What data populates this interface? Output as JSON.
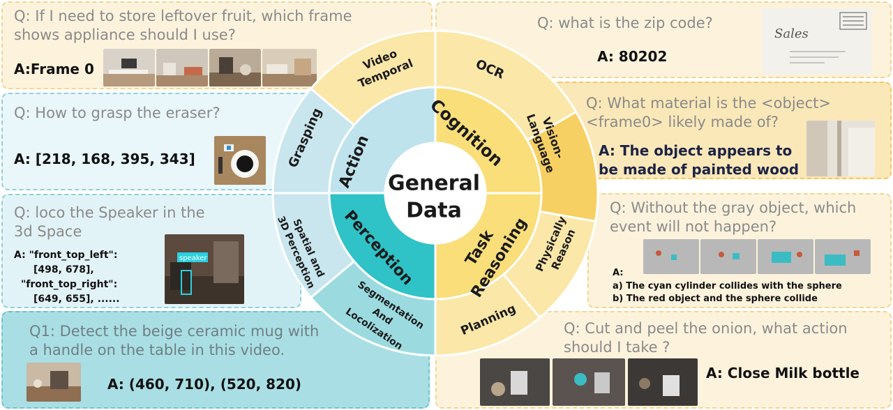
{
  "center": {
    "line1": "General",
    "line2": "Data"
  },
  "inner_ring": {
    "cognition": "Cognition",
    "action": "Action",
    "perception": "Perception",
    "task_reasoning_1": "Task",
    "task_reasoning_2": "Reasoning"
  },
  "outer_ring": {
    "video_temporal_1": "Video",
    "video_temporal_2": "Temporal",
    "ocr": "OCR",
    "vision_language_1": "Vision-",
    "vision_language_2": "Language",
    "physically_reason_1": "Physically",
    "physically_reason_2": "Reason",
    "planning": "Planning",
    "segmentation_1": "Segmentation",
    "segmentation_2": "And",
    "segmentation_3": "Locolization",
    "spatial_1": "Spatial and",
    "spatial_2": "3D Perception",
    "grasping": "Grasping"
  },
  "cards": {
    "fruit": {
      "q1": "Q: If I need to store leftover fruit, which frame",
      "q2": "shows appliance should I use?",
      "a": "A:Frame 0"
    },
    "eraser": {
      "q": "Q: How to grasp the eraser?",
      "a": "A: [218, 168, 395, 343]"
    },
    "speaker": {
      "q1": "Q: loco the Speaker in the",
      "q2": "3d Space",
      "a1": "A: \"front_top_left\":",
      "a2": "[498, 678],",
      "a3": "\"front_top_right\":",
      "a4": "[649, 655], ......",
      "img_label": "speaker"
    },
    "mug": {
      "q1": "Q1: Detect the beige ceramic mug with",
      "q2": "a handle on the table in this video.",
      "a": "A:  (460, 710), (520, 820)"
    },
    "zip": {
      "q": "Q: what is the zip code?",
      "a": "A:  80202",
      "envelope_text": "Sales"
    },
    "material": {
      "q1": "Q: What material is the <object>",
      "q2": "<frame0> likely made of?",
      "a1": "A: The object appears to",
      "a2": "be made of painted wood"
    },
    "gray": {
      "q1": "Q: Without the gray object, which",
      "q2": "event will not happen?",
      "a0": "A:",
      "a1": "a) The cyan cylinder collides with the sphere",
      "a2": "b) The red object and the sphere collide"
    },
    "onion": {
      "q1": "Q: Cut and peel the onion, what action",
      "q2": "should I take ?",
      "a": "A: Close Milk bottle"
    }
  },
  "colors": {
    "center": "#ffffff",
    "cognition": "#f9de79",
    "task_reasoning": "#f9de79",
    "action": "#bfe3ec",
    "perception": "#2fc2c6",
    "outer_yellow": "#fbe7a8",
    "vision_language": "#f7d063",
    "outer_blue": "#c9e6ee",
    "segmentation": "#9bdbe0",
    "card_yellow": "#fdf3dd",
    "card_blue": "#e9f6fa",
    "card_teal": "#a9dfe4"
  }
}
